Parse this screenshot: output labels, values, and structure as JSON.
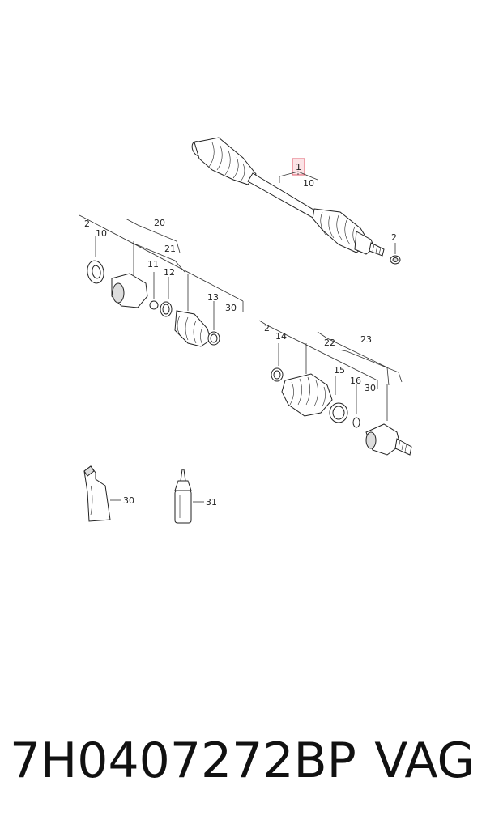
{
  "diagram": {
    "callouts": {
      "c1": "1",
      "c10_top": "10",
      "c2_top": "2",
      "c2_left": "2",
      "c10_left": "10",
      "c20": "20",
      "c21": "21",
      "c11": "11",
      "c12": "12",
      "c13": "13",
      "c30_left": "30",
      "c2_right": "2",
      "c14": "14",
      "c22": "22",
      "c23": "23",
      "c15": "15",
      "c16": "16",
      "c30_right": "30",
      "c30_tube": "30",
      "c31_bottle": "31"
    },
    "highlight_color": "#e05a6a"
  },
  "footer": {
    "part_number": "7H0407272BP",
    "brand": "VAG"
  }
}
